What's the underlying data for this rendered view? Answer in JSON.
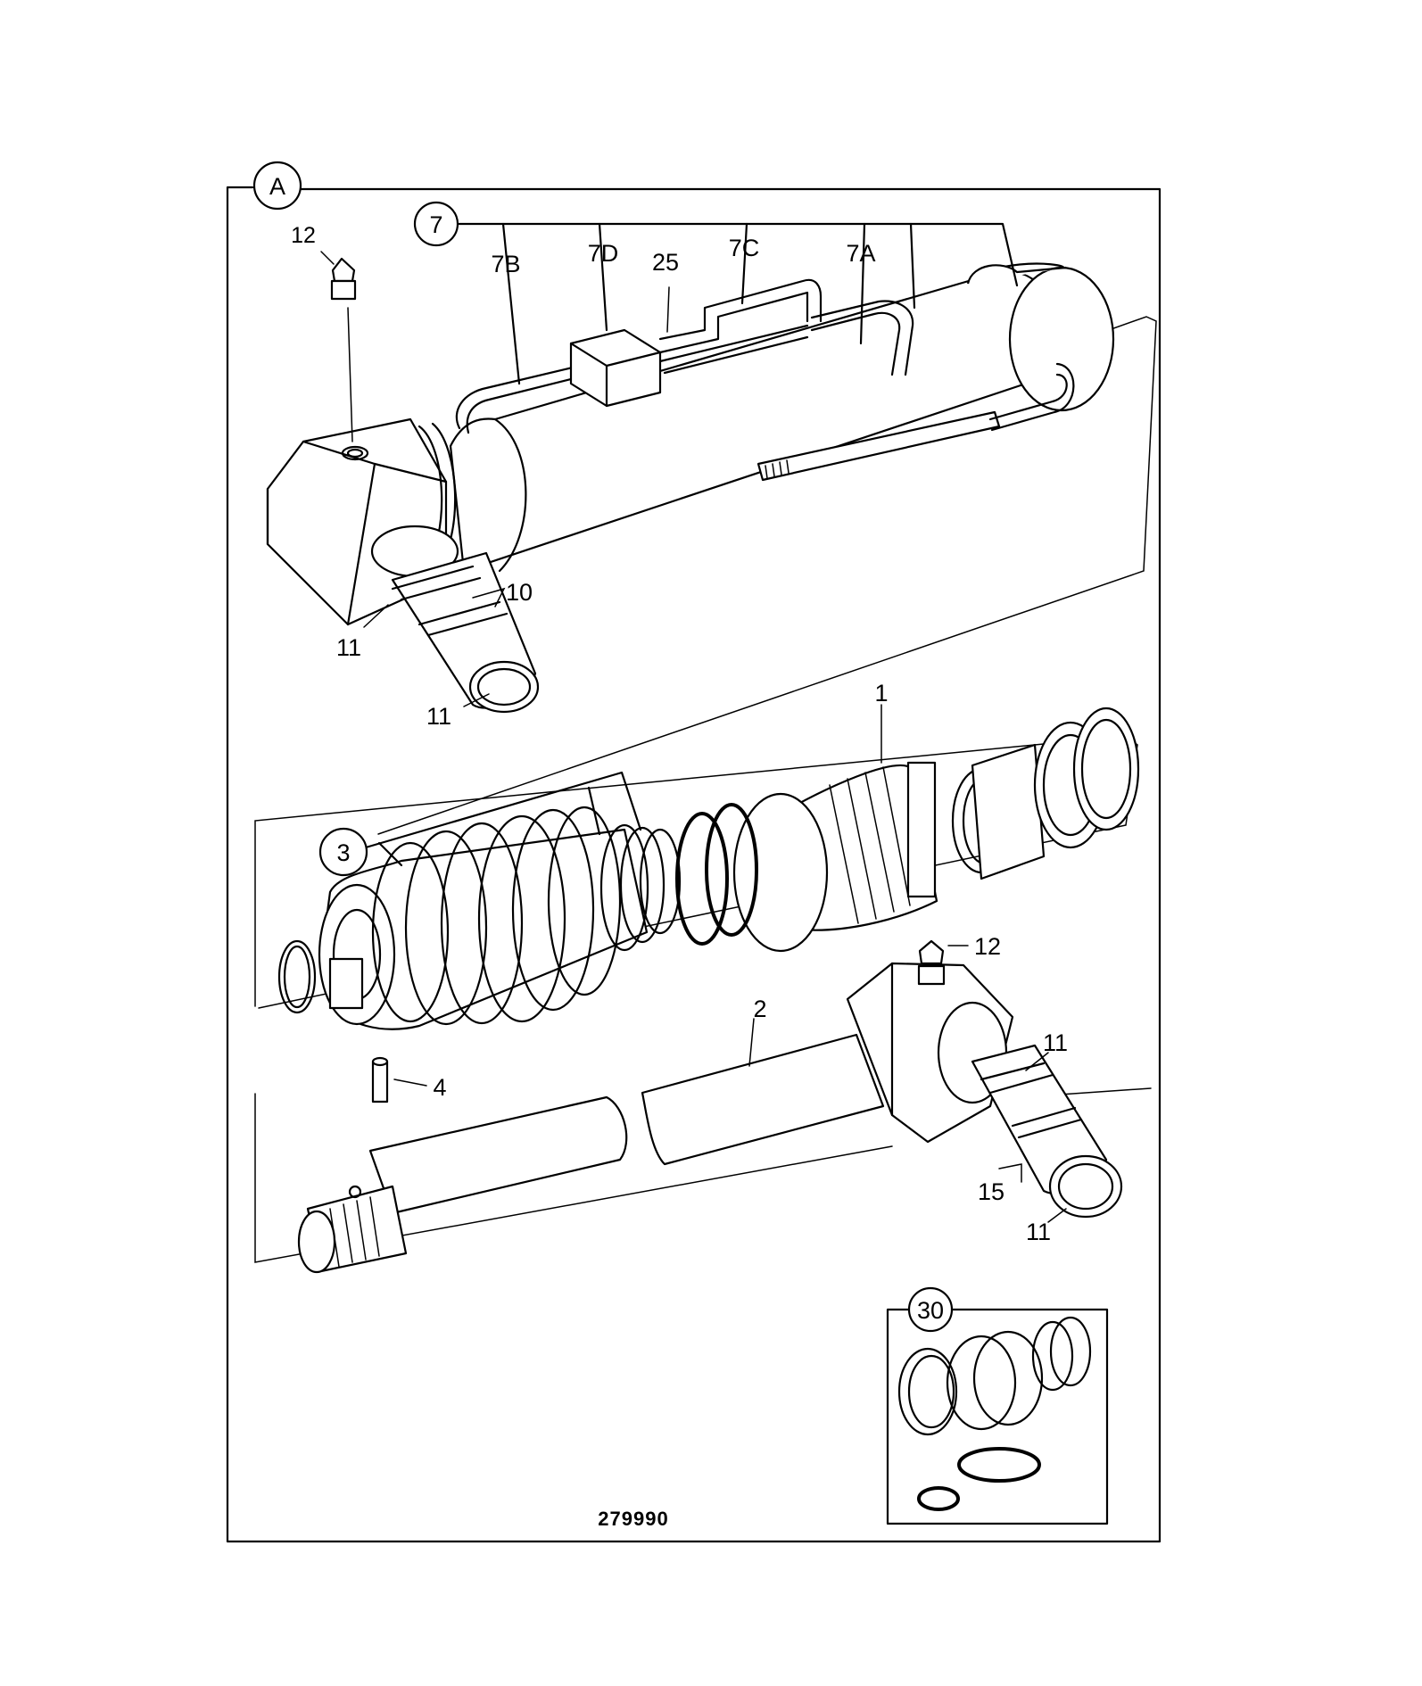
{
  "figure_reference": "279990",
  "callouts": {
    "A": "A",
    "7": "7",
    "7A": "7A",
    "7B": "7B",
    "7C": "7C",
    "7D": "7D",
    "25": "25",
    "12_top": "12",
    "10": "10",
    "11_a": "11",
    "11_b": "11",
    "1": "1",
    "3": "3",
    "12_rod": "12",
    "2": "2",
    "4": "4",
    "11_c": "11",
    "15": "15",
    "11_d": "11",
    "30": "30"
  }
}
